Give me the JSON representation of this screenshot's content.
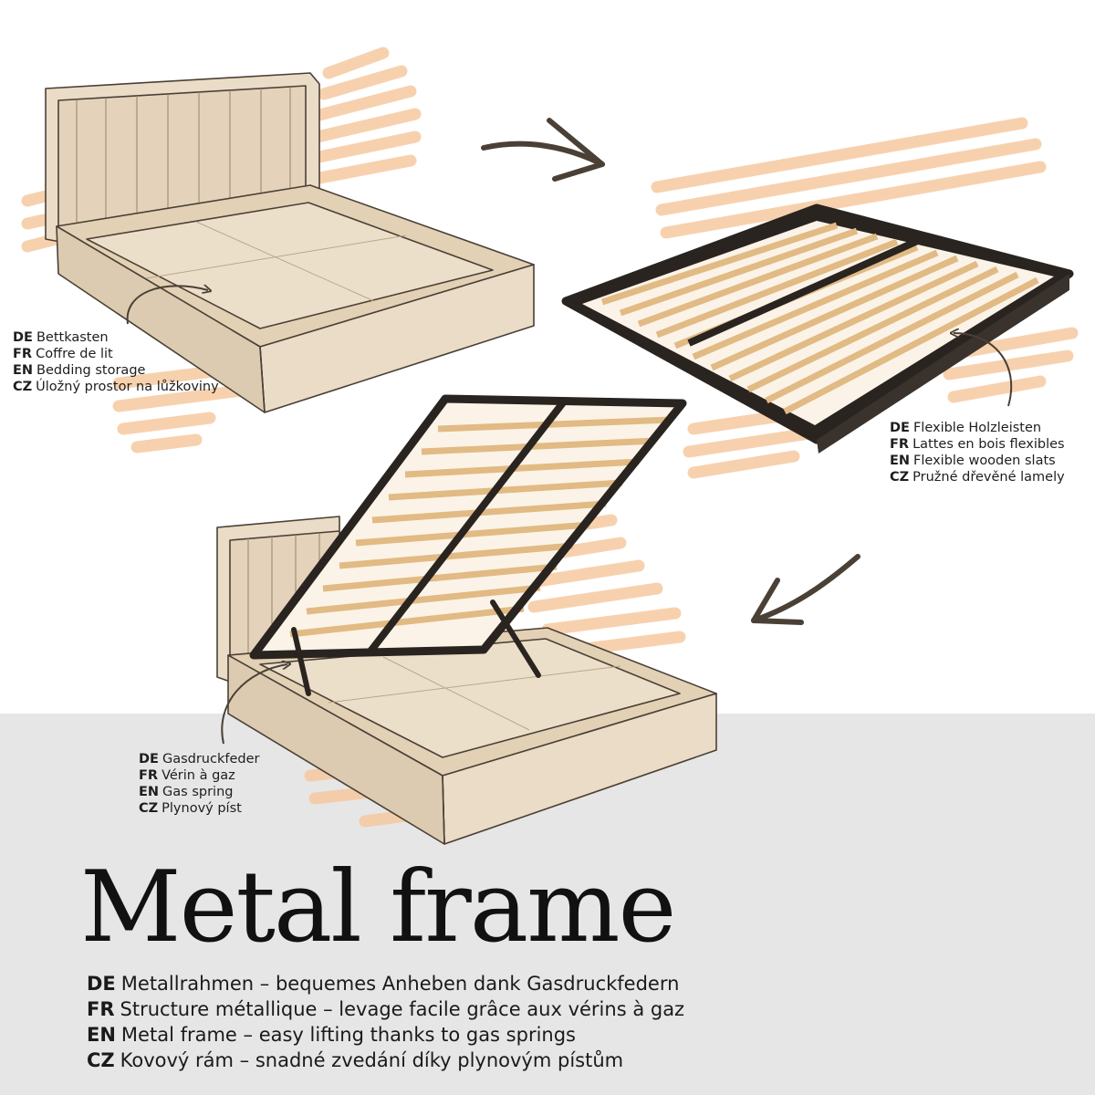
{
  "captions": {
    "storage": [
      {
        "lang": "DE",
        "text": "Bettkasten"
      },
      {
        "lang": "FR",
        "text": "Coffre de lit"
      },
      {
        "lang": "EN",
        "text": "Bedding storage"
      },
      {
        "lang": "CZ",
        "text": "Úložný prostor na lůžkoviny"
      }
    ],
    "slats": [
      {
        "lang": "DE",
        "text": "Flexible Holzleisten"
      },
      {
        "lang": "FR",
        "text": "Lattes en bois flexibles"
      },
      {
        "lang": "EN",
        "text": "Flexible wooden slats"
      },
      {
        "lang": "CZ",
        "text": "Pružné dřevěné lamely"
      }
    ],
    "gas_spring": [
      {
        "lang": "DE",
        "text": "Gasdruckfeder"
      },
      {
        "lang": "FR",
        "text": "Vérin à gaz"
      },
      {
        "lang": "EN",
        "text": "Gas spring"
      },
      {
        "lang": "CZ",
        "text": "Plynový píst"
      }
    ]
  },
  "headline": "Metal frame",
  "description": [
    {
      "lang": "DE",
      "text": "Metallrahmen – bequemes Anheben dank Gasdruckfedern"
    },
    {
      "lang": "FR",
      "text": "Structure métallique – levage facile grâce aux vérins à gaz"
    },
    {
      "lang": "EN",
      "text": "Metal frame – easy lifting thanks to gas springs"
    },
    {
      "lang": "CZ",
      "text": "Kovový rám – snadné zvedání díky plynovým pístům"
    }
  ],
  "colors": {
    "brush": "#f6c9a0",
    "upholstery": "#eadcc6",
    "upholstery_shade": "#dccbb1",
    "outline": "#4a4036",
    "metal": "#2a2420",
    "wood": "#e1ba84",
    "background_band": "#e6e6e6"
  }
}
